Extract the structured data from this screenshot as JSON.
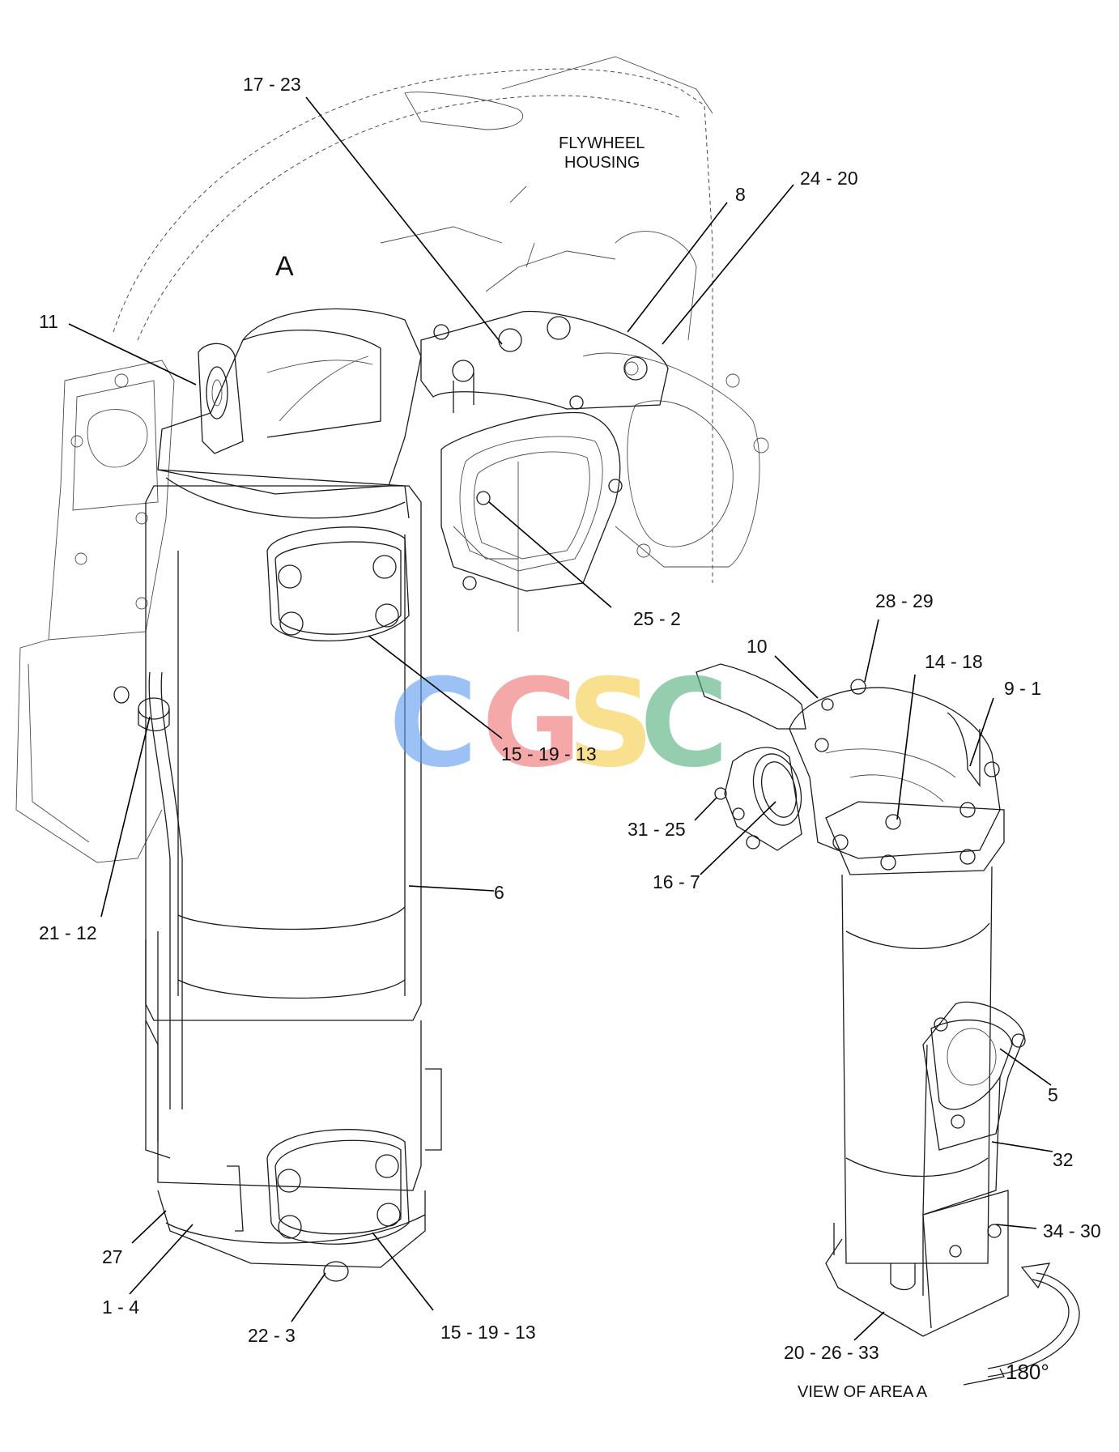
{
  "area_label": "A",
  "housing_label_line1": "FLYWHEEL",
  "housing_label_line2": "HOUSING",
  "view_label": "VIEW OF AREA  A",
  "rotation_label": "180°",
  "watermark": {
    "letters": [
      "C",
      "G",
      "S",
      "C"
    ],
    "colors": [
      "#5b9bf0",
      "#ef6f6f",
      "#f5cd45",
      "#4fae7b"
    ]
  },
  "callouts": {
    "c17_23": "17 - 23",
    "c8": "8",
    "c24_20": "24 - 20",
    "c11": "11",
    "c25_2": "25 - 2",
    "c28_29": "28 - 29",
    "c10": "10",
    "c14_18": "14 - 18",
    "c9_1": "9 - 1",
    "c15_19_13_a": "15 - 19 - 13",
    "c31_25": "31 - 25",
    "c16_7": "16 - 7",
    "c6": "6",
    "c21_12": "21 - 12",
    "c5": "5",
    "c32": "32",
    "c34_30": "34 - 30",
    "c27": "27",
    "c1_4": "1 - 4",
    "c22_3": "22 - 3",
    "c15_19_13_b": "15 - 19 - 13",
    "c20_26_33": "20 - 26 - 33"
  }
}
